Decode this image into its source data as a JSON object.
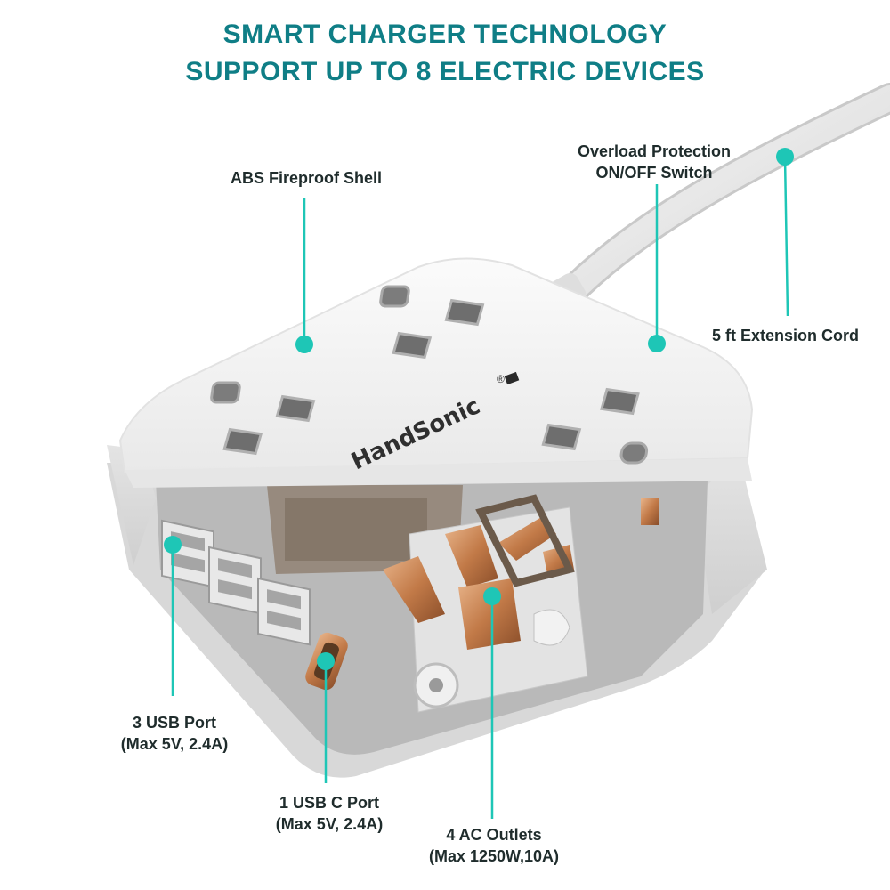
{
  "headline": {
    "line1": "SMART CHARGER TECHNOLOGY",
    "line2": "SUPPORT UP TO 8 ELECTRIC DEVICES"
  },
  "product": {
    "brand": "HandSonic",
    "registered_mark": "®"
  },
  "callouts": {
    "shell": {
      "text": "ABS Fireproof Shell"
    },
    "switch": {
      "line1": "Overload Protection",
      "line2": "ON/OFF Switch"
    },
    "cord": {
      "text": "5 ft Extension Cord"
    },
    "usb": {
      "line1": "3 USB Port",
      "line2": "(Max 5V, 2.4A)"
    },
    "usbc": {
      "line1": "1 USB C Port",
      "line2": "(Max 5V, 2.4A)"
    },
    "ac": {
      "line1": "4 AC Outlets",
      "line2": "(Max 1250W,10A)"
    }
  },
  "colors": {
    "headline": "#0f7e86",
    "marker": "#1ec6b6",
    "label_text": "#1f2c2c",
    "shell": "#f4f4f4",
    "copper": "#c98a5a"
  }
}
